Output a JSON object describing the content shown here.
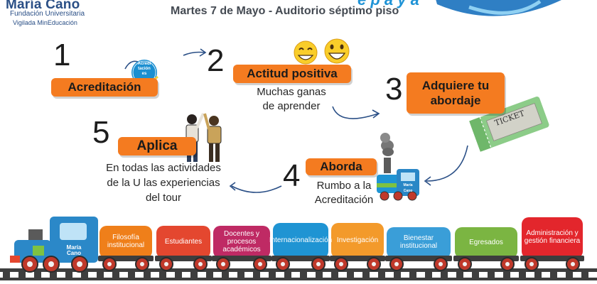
{
  "header": {
    "logo_name": "María Cano",
    "logo_sub": "Fundación Universitaria",
    "logo_sub2": "Vigilada MinEducación",
    "date_location": "Martes 7 de Mayo - Auditorio séptimo piso",
    "partial_title": "e p a y a"
  },
  "badge": {
    "line1": "Acredi",
    "line2": "tación",
    "line3": "es"
  },
  "steps": [
    {
      "number": "1",
      "title": "Acreditación",
      "text": []
    },
    {
      "number": "2",
      "title": "Actitud positiva",
      "text": [
        "Muchas ganas",
        "de aprender"
      ]
    },
    {
      "number": "3",
      "title_lines": [
        "Adquiere tu",
        "abordaje"
      ],
      "text": []
    },
    {
      "number": "4",
      "title": "Aborda",
      "text": [
        "Rumbo a la",
        "Acreditación"
      ]
    },
    {
      "number": "5",
      "title": "Aplica",
      "text": [
        "En todas las actividades",
        "de la U las experiencias",
        "del tour"
      ]
    }
  ],
  "ticket_label": "TICKET",
  "small_train_label": "María Cano",
  "train": {
    "locomotive_label": "María Cano",
    "cars": [
      {
        "label": "Filosofía institucional",
        "color": "#ef7f1a"
      },
      {
        "label": "Estudiantes",
        "color": "#e4472f"
      },
      {
        "label": "Docentes y procesos académicos",
        "color": "#bf2a64"
      },
      {
        "label": "Internacionalización",
        "color": "#1f94d3"
      },
      {
        "label": "Investigación",
        "color": "#f39a2b"
      },
      {
        "label": "Bienestar institucional",
        "color": "#3a9ed8"
      },
      {
        "label": "Egresados",
        "color": "#7bb542"
      },
      {
        "label": "Administración y gestión financiera",
        "color": "#e3262c"
      }
    ]
  }
}
